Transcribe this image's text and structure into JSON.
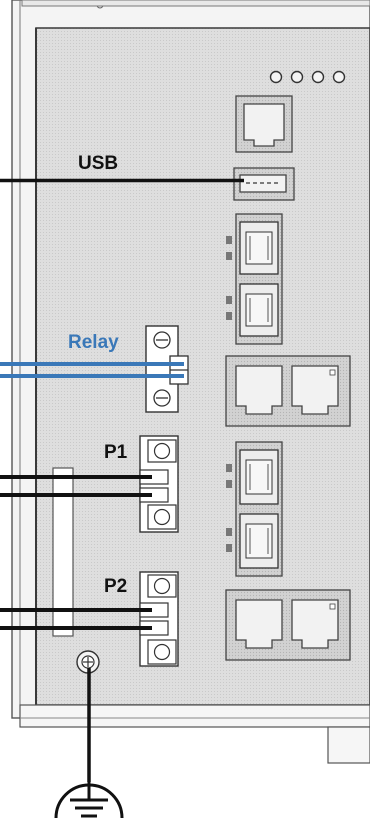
{
  "labels": {
    "usb": "USB",
    "relay": "Relay",
    "p1": "P1",
    "p2": "P2"
  },
  "colors": {
    "panel": "#dcdcdc",
    "outline": "#3a3a3a",
    "wire_black": "#111111",
    "wire_blue": "#3a78b8",
    "relay_text": "#3a78b8"
  },
  "icons": {
    "usb_port": "usb-port-icon",
    "rj45": "rj45-port-icon",
    "sfp": "sfp-port-icon",
    "ground": "ground-symbol-icon",
    "led": "status-led-icon"
  }
}
